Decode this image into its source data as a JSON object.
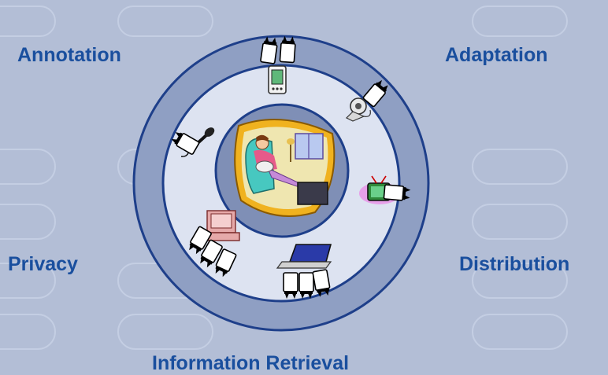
{
  "labels": {
    "annotation": "Annotation",
    "adaptation": "Adaptation",
    "privacy": "Privacy",
    "distribution": "Distribution",
    "information_retrieval": "Information Retrieval"
  },
  "colors": {
    "background": "#b3bed6",
    "label_text": "#1a4f9e",
    "ring_outline": "#1e3f8a",
    "outer_ring": "#8f9fc3",
    "inner_band": "#dde3f1",
    "center_disc": "#7f8fb6"
  },
  "icons": [
    "pda-icon",
    "webcam-icon",
    "television-icon",
    "laptop-icon",
    "desktop-computer-icon",
    "microphone-icon",
    "person-watching-tv-illustration"
  ]
}
